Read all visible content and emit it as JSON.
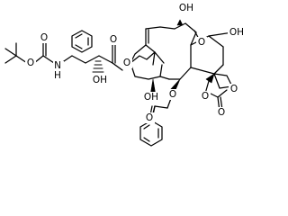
{
  "structure": {
    "labels": {
      "o": "O",
      "h": "H",
      "n": "N",
      "oh": "OH"
    }
  }
}
